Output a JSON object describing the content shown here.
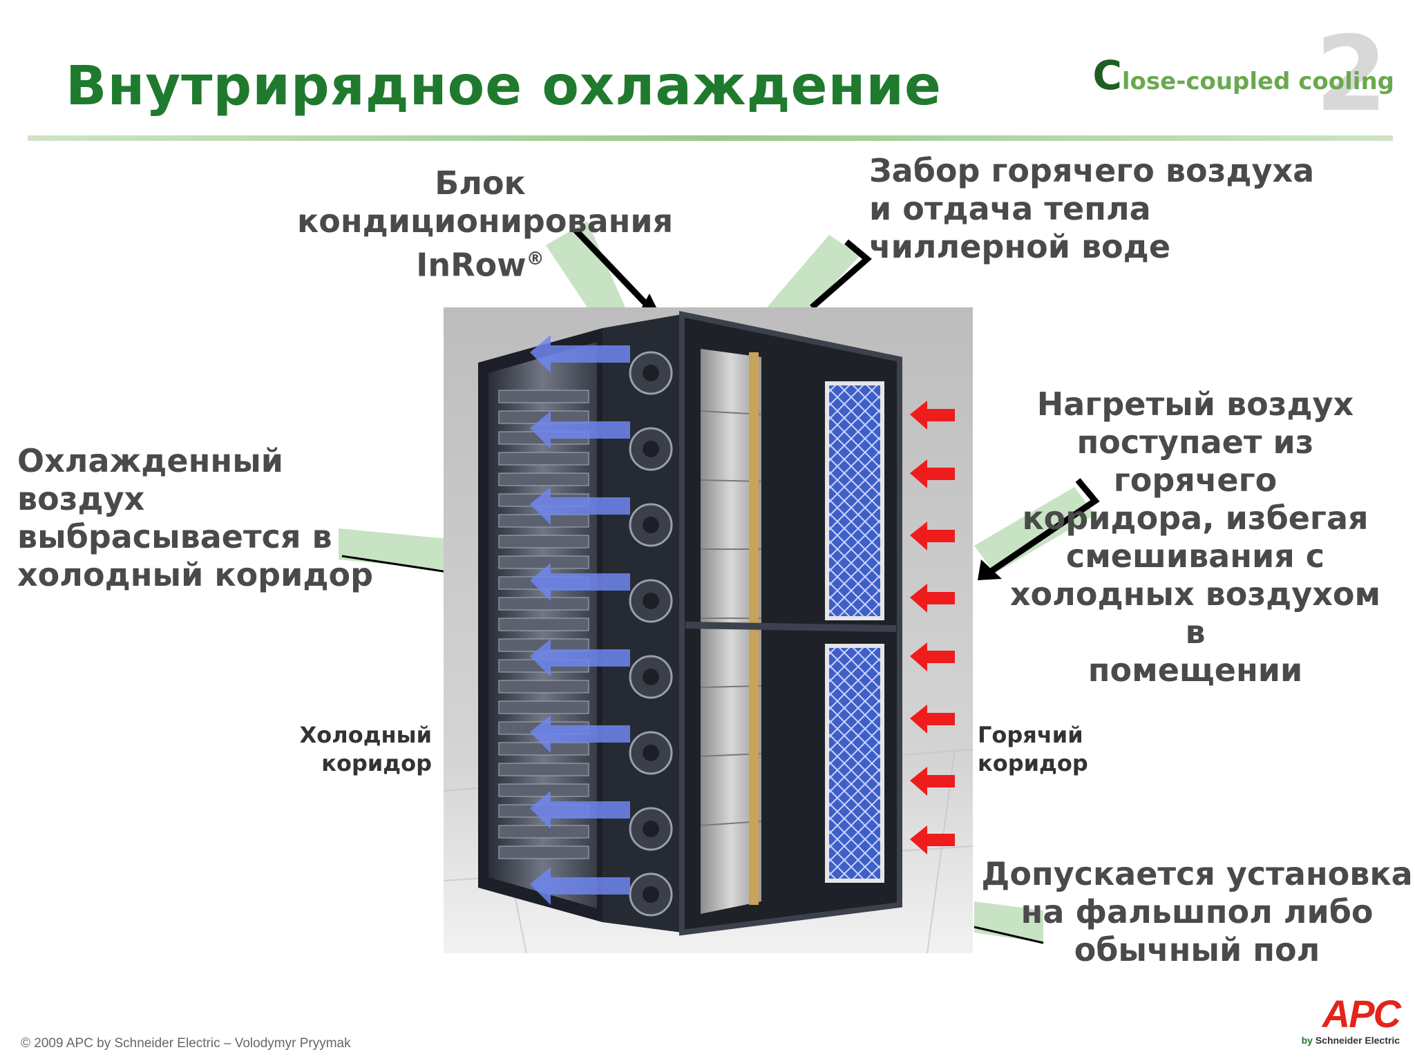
{
  "slide": {
    "title": "Внутрирядное охлаждение",
    "brand_c": "C",
    "brand_text": "lose-coupled cooling",
    "brand_number": "2"
  },
  "labels": {
    "block_line1": "Блок",
    "block_line2": "кондиционирования",
    "block_line3": "InRow",
    "block_reg": "®",
    "zabor_line1": "Забор горячего воздуха",
    "zabor_line2": "и отдача тепла",
    "zabor_line3": "чиллерной воде",
    "cooled_line1": "Охлажденный",
    "cooled_line2": "воздух",
    "cooled_line3": "выбрасывается в",
    "cooled_line4": "холодный коридор",
    "heated_line1": "Нагретый воздух",
    "heated_line2": "поступает из горячего",
    "heated_line3": "коридора, избегая",
    "heated_line4": "смешивания с",
    "heated_line5": "холодных воздухом в",
    "heated_line6": "помещении",
    "floor_line1": "Допускается установка",
    "floor_line2": "на фальшпол либо",
    "floor_line3": "обычный пол",
    "cold_line1": "Холодный",
    "cold_line2": "коридор",
    "hot_line1": "Горячий",
    "hot_line2": "коридор"
  },
  "footer": {
    "copyright": "© 2009 APC by Schneider Electric – Volodymyr Pryymak",
    "logo": "APC",
    "by": "by",
    "schneider": "Schneider Electric"
  },
  "colors": {
    "title_green": "#1f7a2e",
    "label_gray": "#4a4a4a",
    "cool_arrow": "#6f86f0",
    "hot_arrow": "#ee1c1c",
    "pointer_green": "#b9dcb4",
    "apc_red": "#e1251b"
  },
  "icons": [
    "cold-air-arrow-icon",
    "hot-air-arrow-icon",
    "fan-icon",
    "pointer-arrow-icon"
  ]
}
